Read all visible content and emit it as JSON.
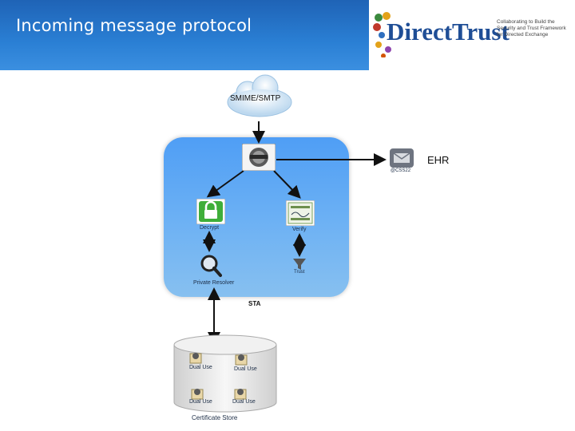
{
  "slide": {
    "title": "Incoming message protocol"
  },
  "logo": {
    "brand": "DirectTrust",
    "tagline": "Collaborating to Build the Security and Trust Framework for Directed Exchange"
  },
  "diagram": {
    "cloud_label": "SMIME/SMTP",
    "ehr_label": "EHR",
    "ehr_sub": "@CSS22",
    "sta_label": "STA",
    "decrypt_label": "Decrypt",
    "verify_label": "Verify",
    "private_resolver_label": "Private Resolver",
    "trust_label": "Trust",
    "cert_store_label": "Certificate Store",
    "dual_use_labels": [
      "Dual Use",
      "Dual Use",
      "Dual Use",
      "Dual Use"
    ]
  }
}
